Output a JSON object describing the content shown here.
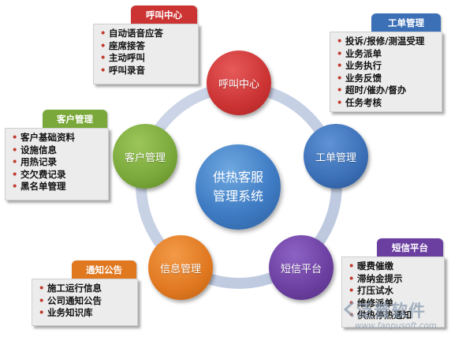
{
  "center": {
    "line1": "供热客服",
    "line2": "管理系统"
  },
  "nodes": {
    "call": {
      "label": "呼叫中心",
      "color": "#cc3333"
    },
    "work": {
      "label": "工单管理",
      "color": "#3b6fb6"
    },
    "sms": {
      "label": "短信平台",
      "color": "#6b3fa0"
    },
    "info": {
      "label": "信息管理",
      "color": "#e07820"
    },
    "customer": {
      "label": "客户管理",
      "color": "#7aa83a"
    }
  },
  "cards": {
    "call": {
      "title": "呼叫中心",
      "items": [
        "自动语音应答",
        "座席接答",
        "主动呼叫",
        "呼叫录音"
      ]
    },
    "work": {
      "title": "工单管理",
      "items": [
        "投诉/报修/测温受理",
        "业务派单",
        "业务执行",
        "业务反馈",
        "超时/催办/督办",
        "任务考核"
      ]
    },
    "customer": {
      "title": "客户管理",
      "items": [
        "客户基础资料",
        "设施信息",
        "用热记录",
        "交欠费记录",
        "黑名单管理"
      ]
    },
    "notice": {
      "title": "通知公告",
      "items": [
        "施工运行信息",
        "公司通知公告",
        "业务知识库"
      ]
    },
    "sms": {
      "title": "短信平台",
      "items": [
        "暖费催缴",
        "滞纳金提示",
        "打压试水",
        "维修派单",
        "供热停热通知"
      ]
    }
  },
  "watermark": {
    "main": "泛普软件",
    "url": "www.fanpusoft.com"
  }
}
